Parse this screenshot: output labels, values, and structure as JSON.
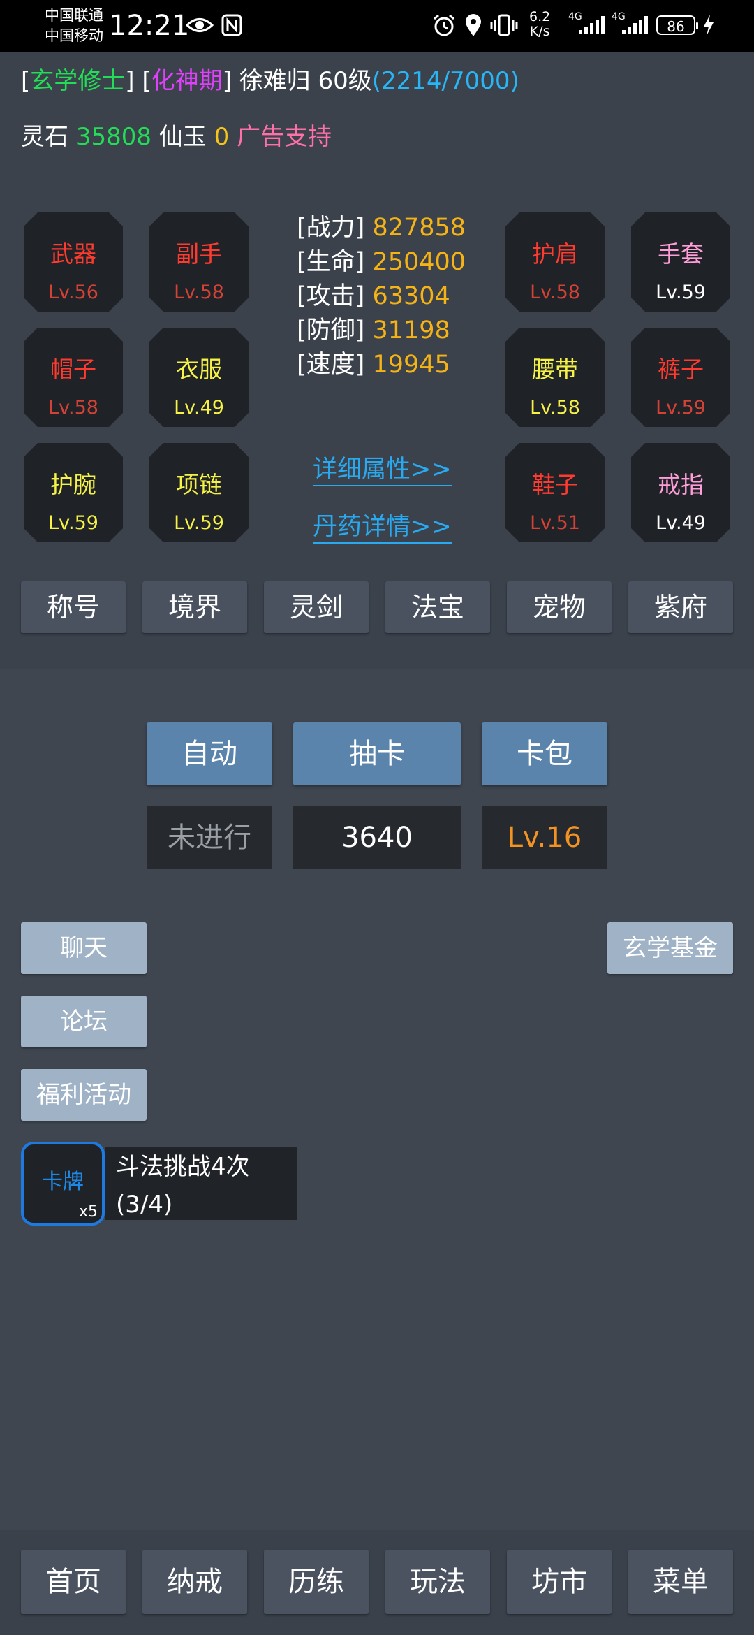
{
  "status_bar": {
    "carrier1": "中国联通",
    "carrier2": "中国移动",
    "time": "12:21",
    "net_speed_value": "6.2",
    "net_speed_unit": "K/s",
    "signal1_label": "4G",
    "signal2_label": "4G",
    "battery": "86"
  },
  "player": {
    "class_title": "玄学修士",
    "realm": "化神期",
    "name": "徐难归",
    "level": "60级",
    "exp": "(2214/7000)",
    "spirit_stone_label": "灵石",
    "spirit_stone": "35808",
    "jade_label": "仙玉",
    "jade": "0",
    "ad_support": "广告支持"
  },
  "equipment": {
    "left": [
      {
        "name": "武器",
        "level": "Lv.56",
        "quality": "red"
      },
      {
        "name": "副手",
        "level": "Lv.58",
        "quality": "red"
      },
      {
        "name": "帽子",
        "level": "Lv.58",
        "quality": "red"
      },
      {
        "name": "衣服",
        "level": "Lv.49",
        "quality": "yellow"
      },
      {
        "name": "护腕",
        "level": "Lv.59",
        "quality": "yellow"
      },
      {
        "name": "项链",
        "level": "Lv.59",
        "quality": "yellow"
      }
    ],
    "right": [
      {
        "name": "护肩",
        "level": "Lv.58",
        "quality": "red"
      },
      {
        "name": "手套",
        "level": "Lv.59",
        "quality": "pink"
      },
      {
        "name": "腰带",
        "level": "Lv.58",
        "quality": "yellow"
      },
      {
        "name": "裤子",
        "level": "Lv.59",
        "quality": "red"
      },
      {
        "name": "鞋子",
        "level": "Lv.51",
        "quality": "red"
      },
      {
        "name": "戒指",
        "level": "Lv.49",
        "quality": "pink"
      }
    ]
  },
  "stats": [
    {
      "label": "[战力]",
      "value": "827858"
    },
    {
      "label": "[生命]",
      "value": "250400"
    },
    {
      "label": "[攻击]",
      "value": "63304"
    },
    {
      "label": "[防御]",
      "value": "31198"
    },
    {
      "label": "[速度]",
      "value": "19945"
    }
  ],
  "links": {
    "detail_attrs": "详细属性>>",
    "pill_details": "丹药详情>>"
  },
  "tabs": [
    "称号",
    "境界",
    "灵剑",
    "法宝",
    "宠物",
    "紫府"
  ],
  "actions": {
    "auto": "自动",
    "draw": "抽卡",
    "card_pack": "卡包",
    "status": "未进行",
    "count": "3640",
    "pack_level": "Lv.16"
  },
  "side_buttons": {
    "chat": "聊天",
    "forum": "论坛",
    "welfare": "福利活动",
    "fund": "玄学基金"
  },
  "card": {
    "name": "卡牌",
    "count": "x5"
  },
  "task": {
    "title": "斗法挑战4次",
    "progress": "(3/4)"
  },
  "bottom_nav": [
    "首页",
    "纳戒",
    "历练",
    "玩法",
    "坊市",
    "菜单"
  ],
  "colors": {
    "quality_red": "#d12b1f",
    "quality_yellow": "#f3ef1c",
    "quality_pink": "#f48fd0",
    "stat_value": "#f5b316",
    "link": "#29a9f0",
    "action_button": "#5a84ab",
    "side_button": "#9fb2c6"
  }
}
